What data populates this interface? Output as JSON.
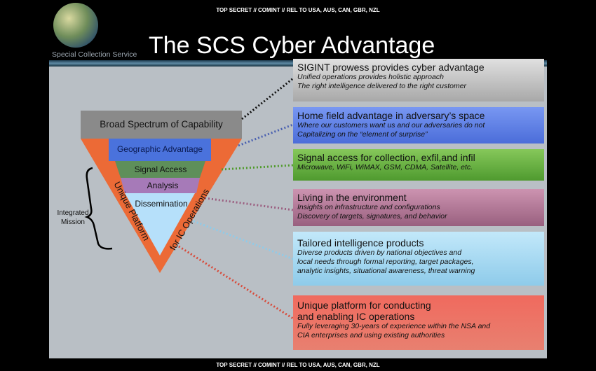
{
  "classification": "TOP SECRET // COMINT // REL TO USA, AUS, CAN, GBR, NZL",
  "logo_text": "Special Collection Service",
  "title": "The SCS Cyber Advantage",
  "pyramid": {
    "top": "Broad Spectrum of Capability",
    "layers": [
      "Geographic Advantage",
      "Signal Access",
      "Analysis",
      "Dissemination"
    ],
    "left_edge": "Unique Platform",
    "right_edge": "for IC Operations",
    "bracket_label": [
      "Integrated",
      "Mission"
    ]
  },
  "boxes": [
    {
      "heading": "SIGINT prowess provides cyber advantage",
      "lines": [
        "Unified operations provides holistic approach",
        "The right intelligence delivered to the right customer"
      ],
      "color": "#c8c8c8"
    },
    {
      "heading": "Home field advantage in adversary’s space",
      "lines": [
        "Where our customers want us and our adversaries do not",
        "Capitalizing on the “element of surprise”"
      ],
      "color": "#5b7de6"
    },
    {
      "heading": "Signal access for collection, exfil,and infil",
      "lines": [
        "Microwave, WiFi, WiMAX, GSM, CDMA, Satellite, etc."
      ],
      "color": "#66b040"
    },
    {
      "heading": "Living in the environment",
      "lines": [
        "Insights on infrastructure and configurations",
        "Discovery of targets, signatures, and behavior"
      ],
      "color": "#b27394"
    },
    {
      "heading": "Tailored intelligence products",
      "lines": [
        "Diverse products driven by national objectives and",
        "local needs through formal reporting, target packages,",
        "analytic insights, situational awareness, threat warning"
      ],
      "color": "#a6daf3"
    },
    {
      "heading": "Unique platform for conducting",
      "heading2": "and enabling IC operations",
      "lines": [
        "Fully leveraging 30-years of experience within the  NSA and",
        "CIA enterprises and using existing authorities"
      ],
      "color": "#e85a4c"
    }
  ]
}
